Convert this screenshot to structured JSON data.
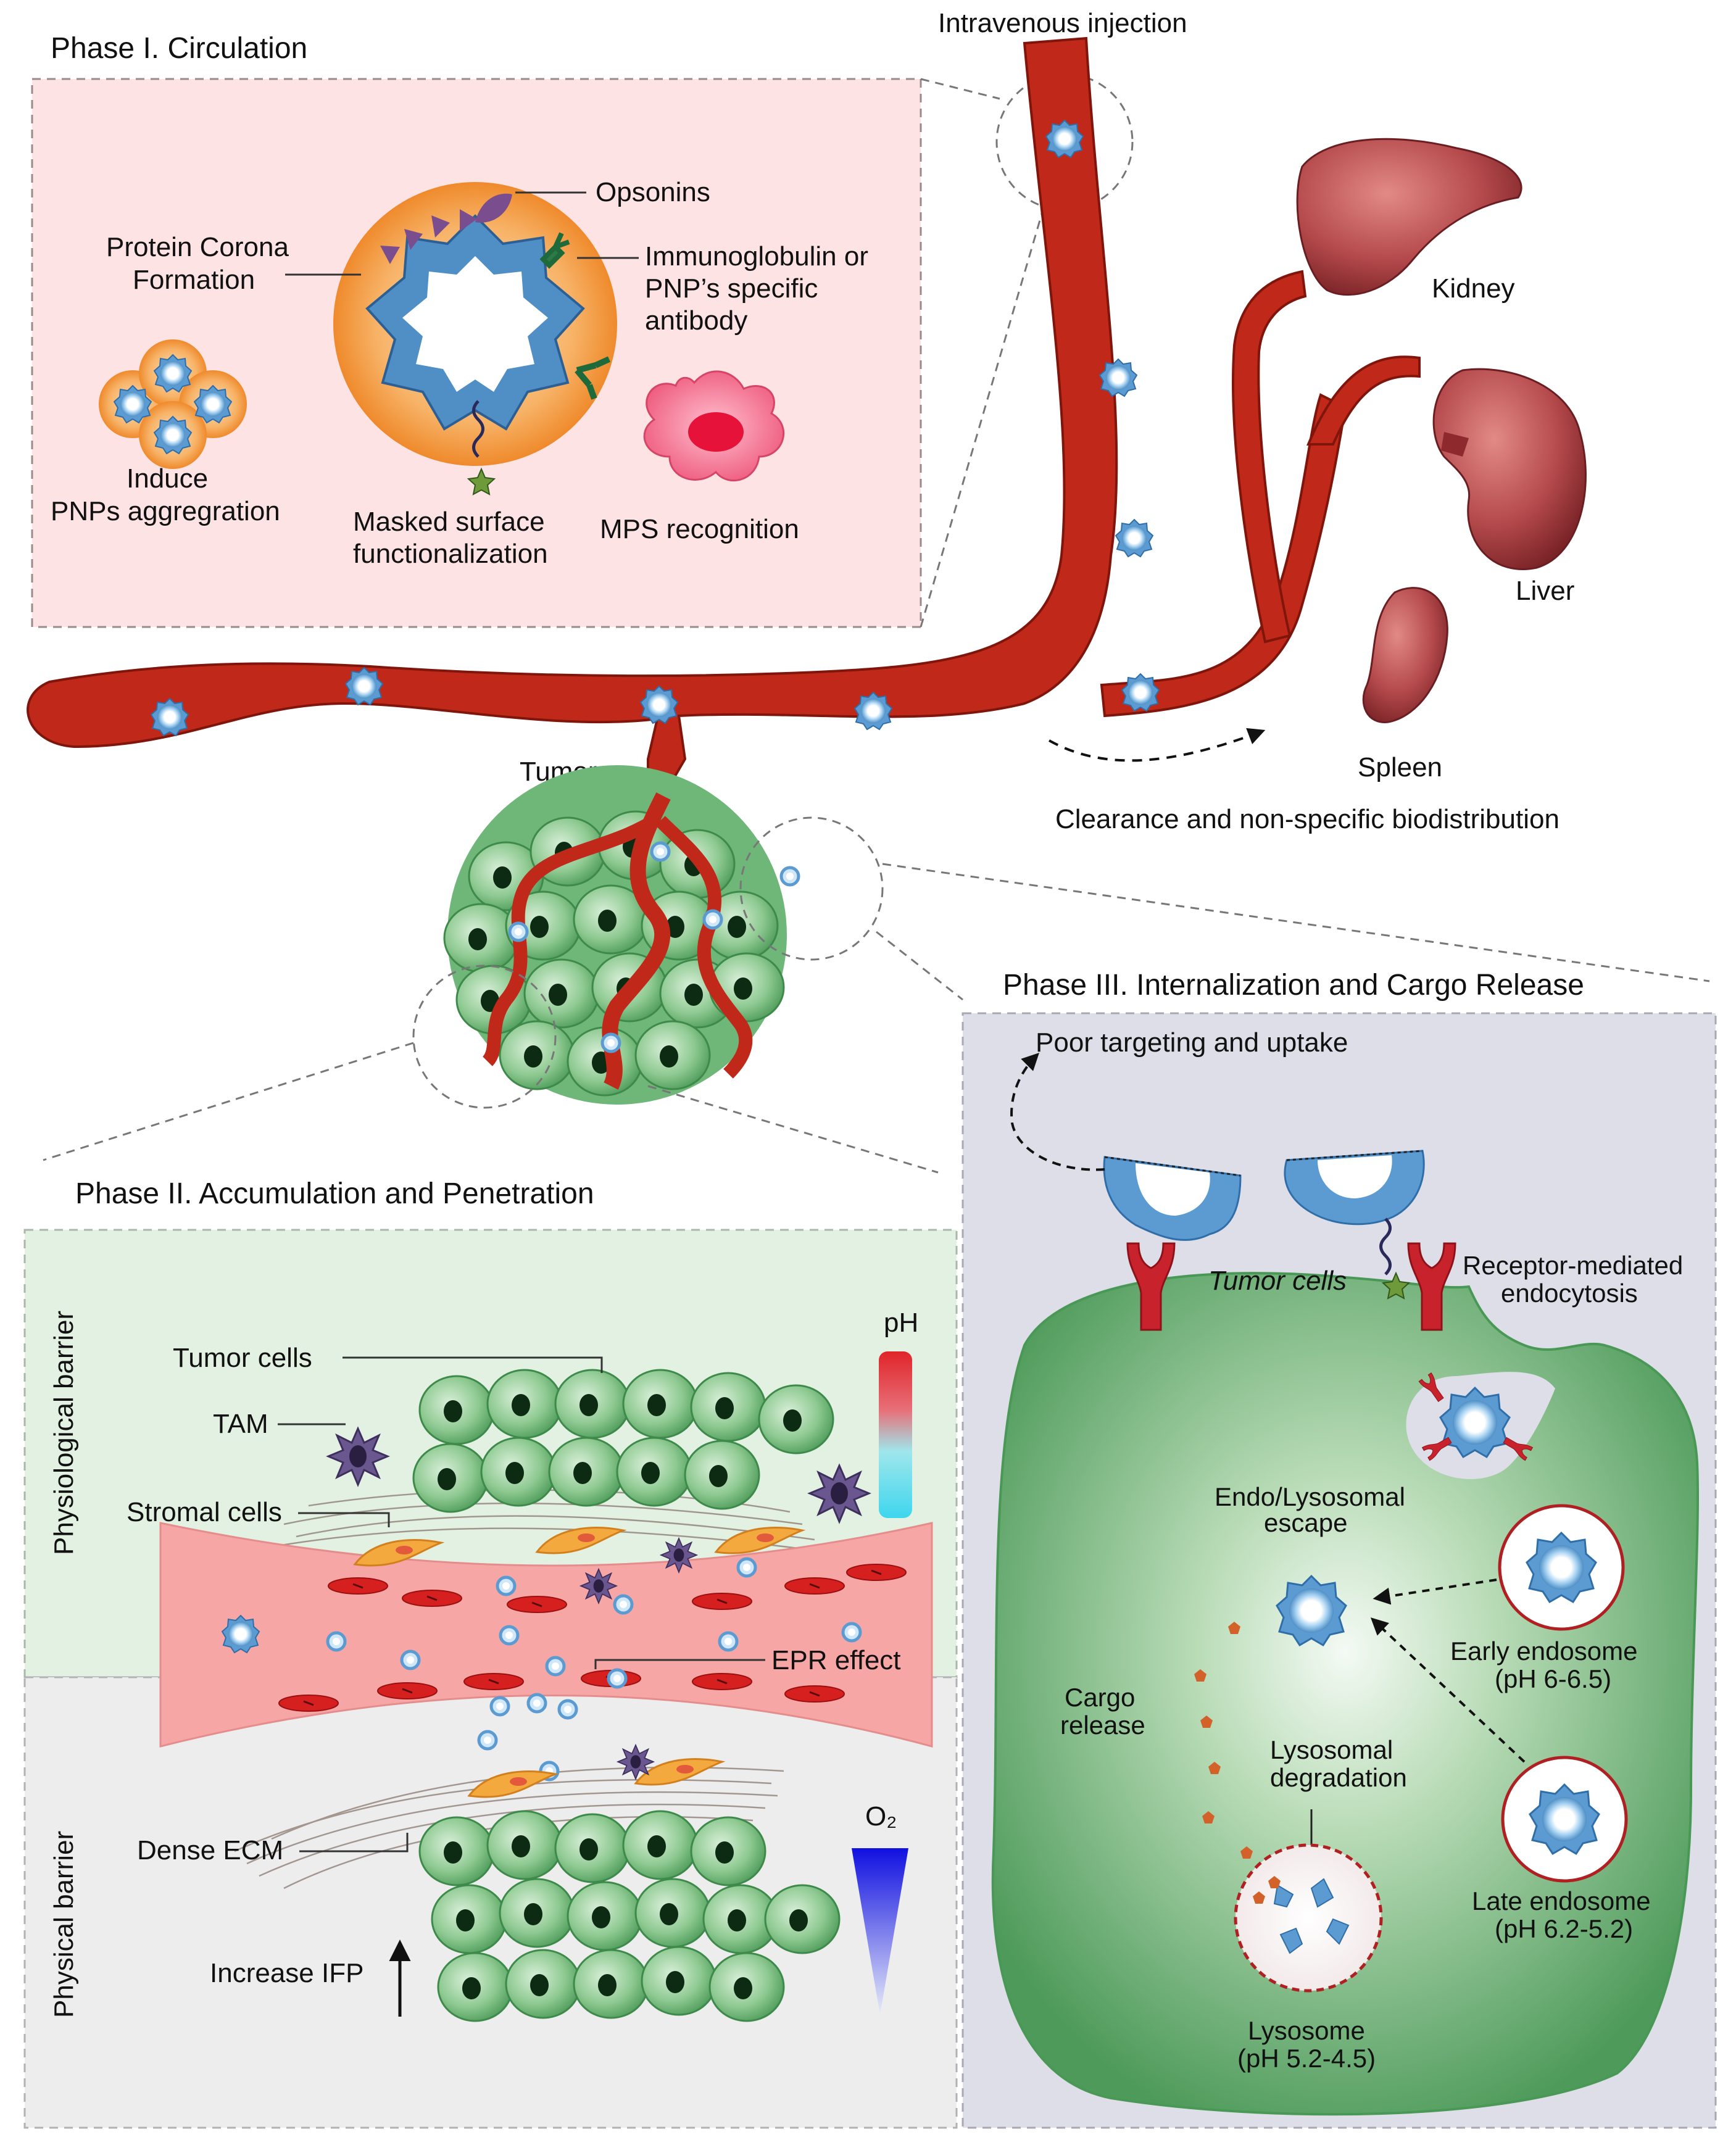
{
  "colors": {
    "vessel": "#c0291a",
    "vessel_dark": "#8f1a0f",
    "phase1_bg": "#fde3e3",
    "phase2_top_bg": "#e3f1e3",
    "phase2_bottom_bg": "#ededee",
    "phase3_bg": "#dddee8",
    "cell_green": "#5fae6a",
    "nanoparticle": "#7ab8e6",
    "organ": "#a43a3d",
    "receptor": "#c0242c",
    "orange_corona": "#f29a3a",
    "mps_pink": "#f06a8a",
    "cargo": "#d2622a"
  },
  "labels": {
    "phase1_title": "Phase I. Circulation",
    "intravenous": "Intravenous injection",
    "opsonins": "Opsonins",
    "corona_line1": "Protein Corona",
    "corona_line2": "Formation",
    "immuno_line1": "Immunoglobulin or",
    "immuno_line2": "PNP’s specific",
    "immuno_line3": "antibody",
    "induce_line1": "Induce",
    "induce_line2": "PNPs aggregration",
    "masked_line1": "Masked surface",
    "masked_line2": "functionalization",
    "mps": "MPS recognition",
    "kidney": "Kidney",
    "liver": "Liver",
    "spleen": "Spleen",
    "tumor": "Tumor",
    "clearance": "Clearance and non-specific biodistribution",
    "phase2_title": "Phase II. Accumulation and Penetration",
    "physiological": "Physiological barrier",
    "physical": "Physical barrier",
    "tumor_cells": "Tumor cells",
    "tam": "TAM",
    "stromal": "Stromal cells",
    "ph": "pH",
    "epr": "EPR effect",
    "dense_ecm": "Dense ECM",
    "o2": "O₂",
    "ifp": "Increase IFP",
    "phase3_title": "Phase III. Internalization and Cargo Release",
    "poor_targeting": "Poor targeting and uptake",
    "tumor_cells_italic": "Tumor cells",
    "rme_line1": "Receptor-mediated",
    "rme_line2": "endocytosis",
    "escape_line1": "Endo/Lysosomal",
    "escape_line2": "escape",
    "early_line1": "Early endosome",
    "early_line2": "(pH 6-6.5)",
    "cargo_line1": "Cargo",
    "cargo_line2": "release",
    "degradation_line1": "Lysosomal",
    "degradation_line2": "degradation",
    "late_line1": "Late endosome",
    "late_line2": "(pH 6.2-5.2)",
    "lysosome_line1": "Lysosome",
    "lysosome_line2": "(pH 5.2-4.5)"
  }
}
